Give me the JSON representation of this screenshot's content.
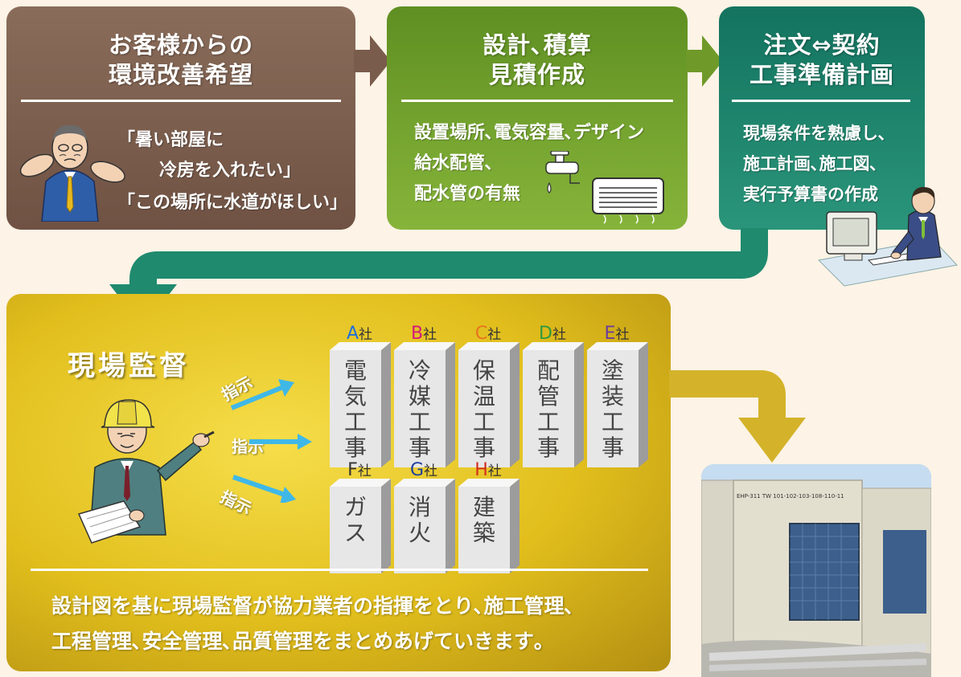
{
  "boxes": {
    "customer": {
      "title_line1": "お客様からの",
      "title_line2": "環境改善希望",
      "quote1_line1": "「暑い部屋に",
      "quote1_line2": "冷房を入れたい」",
      "quote2": "「この場所に水道がほしい」"
    },
    "design": {
      "title_line1": "設計､積算",
      "title_line2": "見積作成",
      "line1": "設置場所､電気容量､デザイン",
      "line2": "給水配管､",
      "line3": "配水管の有無"
    },
    "order": {
      "title_line1": "注文⇔契約",
      "title_line2": "工事準備計画",
      "line1": "現場条件を熟慮し､",
      "line2": "施工計画､施工図､",
      "line3": "実行予算書の作成"
    }
  },
  "supervisor": {
    "title": "現場監督",
    "instruct_label": "指示",
    "summary_line1": "設計図を基に現場監督が協力業者の指揮をとり､施工管理､",
    "summary_line2": "工程管理､安全管理､品質管理をまとめあげていきます｡"
  },
  "contractors": [
    {
      "letter": "A",
      "suffix": "社",
      "work": "電気工事",
      "color": "#1e6fd9"
    },
    {
      "letter": "B",
      "suffix": "社",
      "work": "冷媒工事",
      "color": "#d21a7a"
    },
    {
      "letter": "C",
      "suffix": "社",
      "work": "保温工事",
      "color": "#e8731e"
    },
    {
      "letter": "D",
      "suffix": "社",
      "work": "配管工事",
      "color": "#2e9a3c"
    },
    {
      "letter": "E",
      "suffix": "社",
      "work": "塗装工事",
      "color": "#6a3c9c"
    },
    {
      "letter": "F",
      "suffix": "社",
      "work": "ガス",
      "color": "#333333"
    },
    {
      "letter": "G",
      "suffix": "社",
      "work": "消火",
      "color": "#1f3f9c"
    },
    {
      "letter": "H",
      "suffix": "社",
      "work": "建築",
      "color": "#d42a1e"
    }
  ],
  "photo": {
    "unit_label": "EHP-311  TW  101-102-103-108-110-11"
  },
  "colors": {
    "customer": "#7a5c4c",
    "design": "#6f9a2a",
    "order": "#167d68",
    "supervisor": "#d8b41a",
    "arrow_green": "#1f8a6e",
    "arrow_yellow": "#d4b32a",
    "instruct_arrow": "#3fb8e8"
  }
}
